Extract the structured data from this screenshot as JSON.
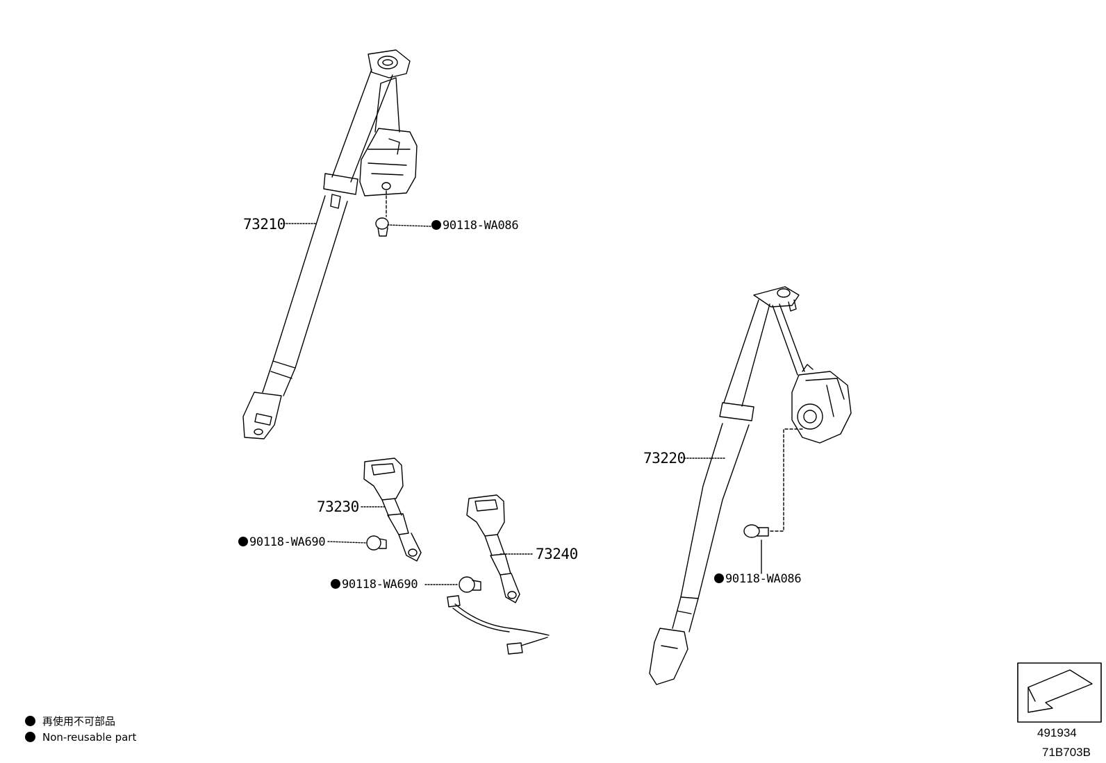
{
  "parts": {
    "p73210": "73210",
    "p73220": "73220",
    "p73230": "73230",
    "p73240": "73240",
    "bolt_upper_left": "90118-WA086",
    "bolt_right": "90118-WA086",
    "bolt_73230": "90118-WA690",
    "bolt_73240": "90118-WA690"
  },
  "legend": {
    "line_jp": "再使用不可部品",
    "line_en": "Non-reusable part"
  },
  "footer": {
    "ref_number": "491934",
    "illustration_code": "71B703B"
  }
}
